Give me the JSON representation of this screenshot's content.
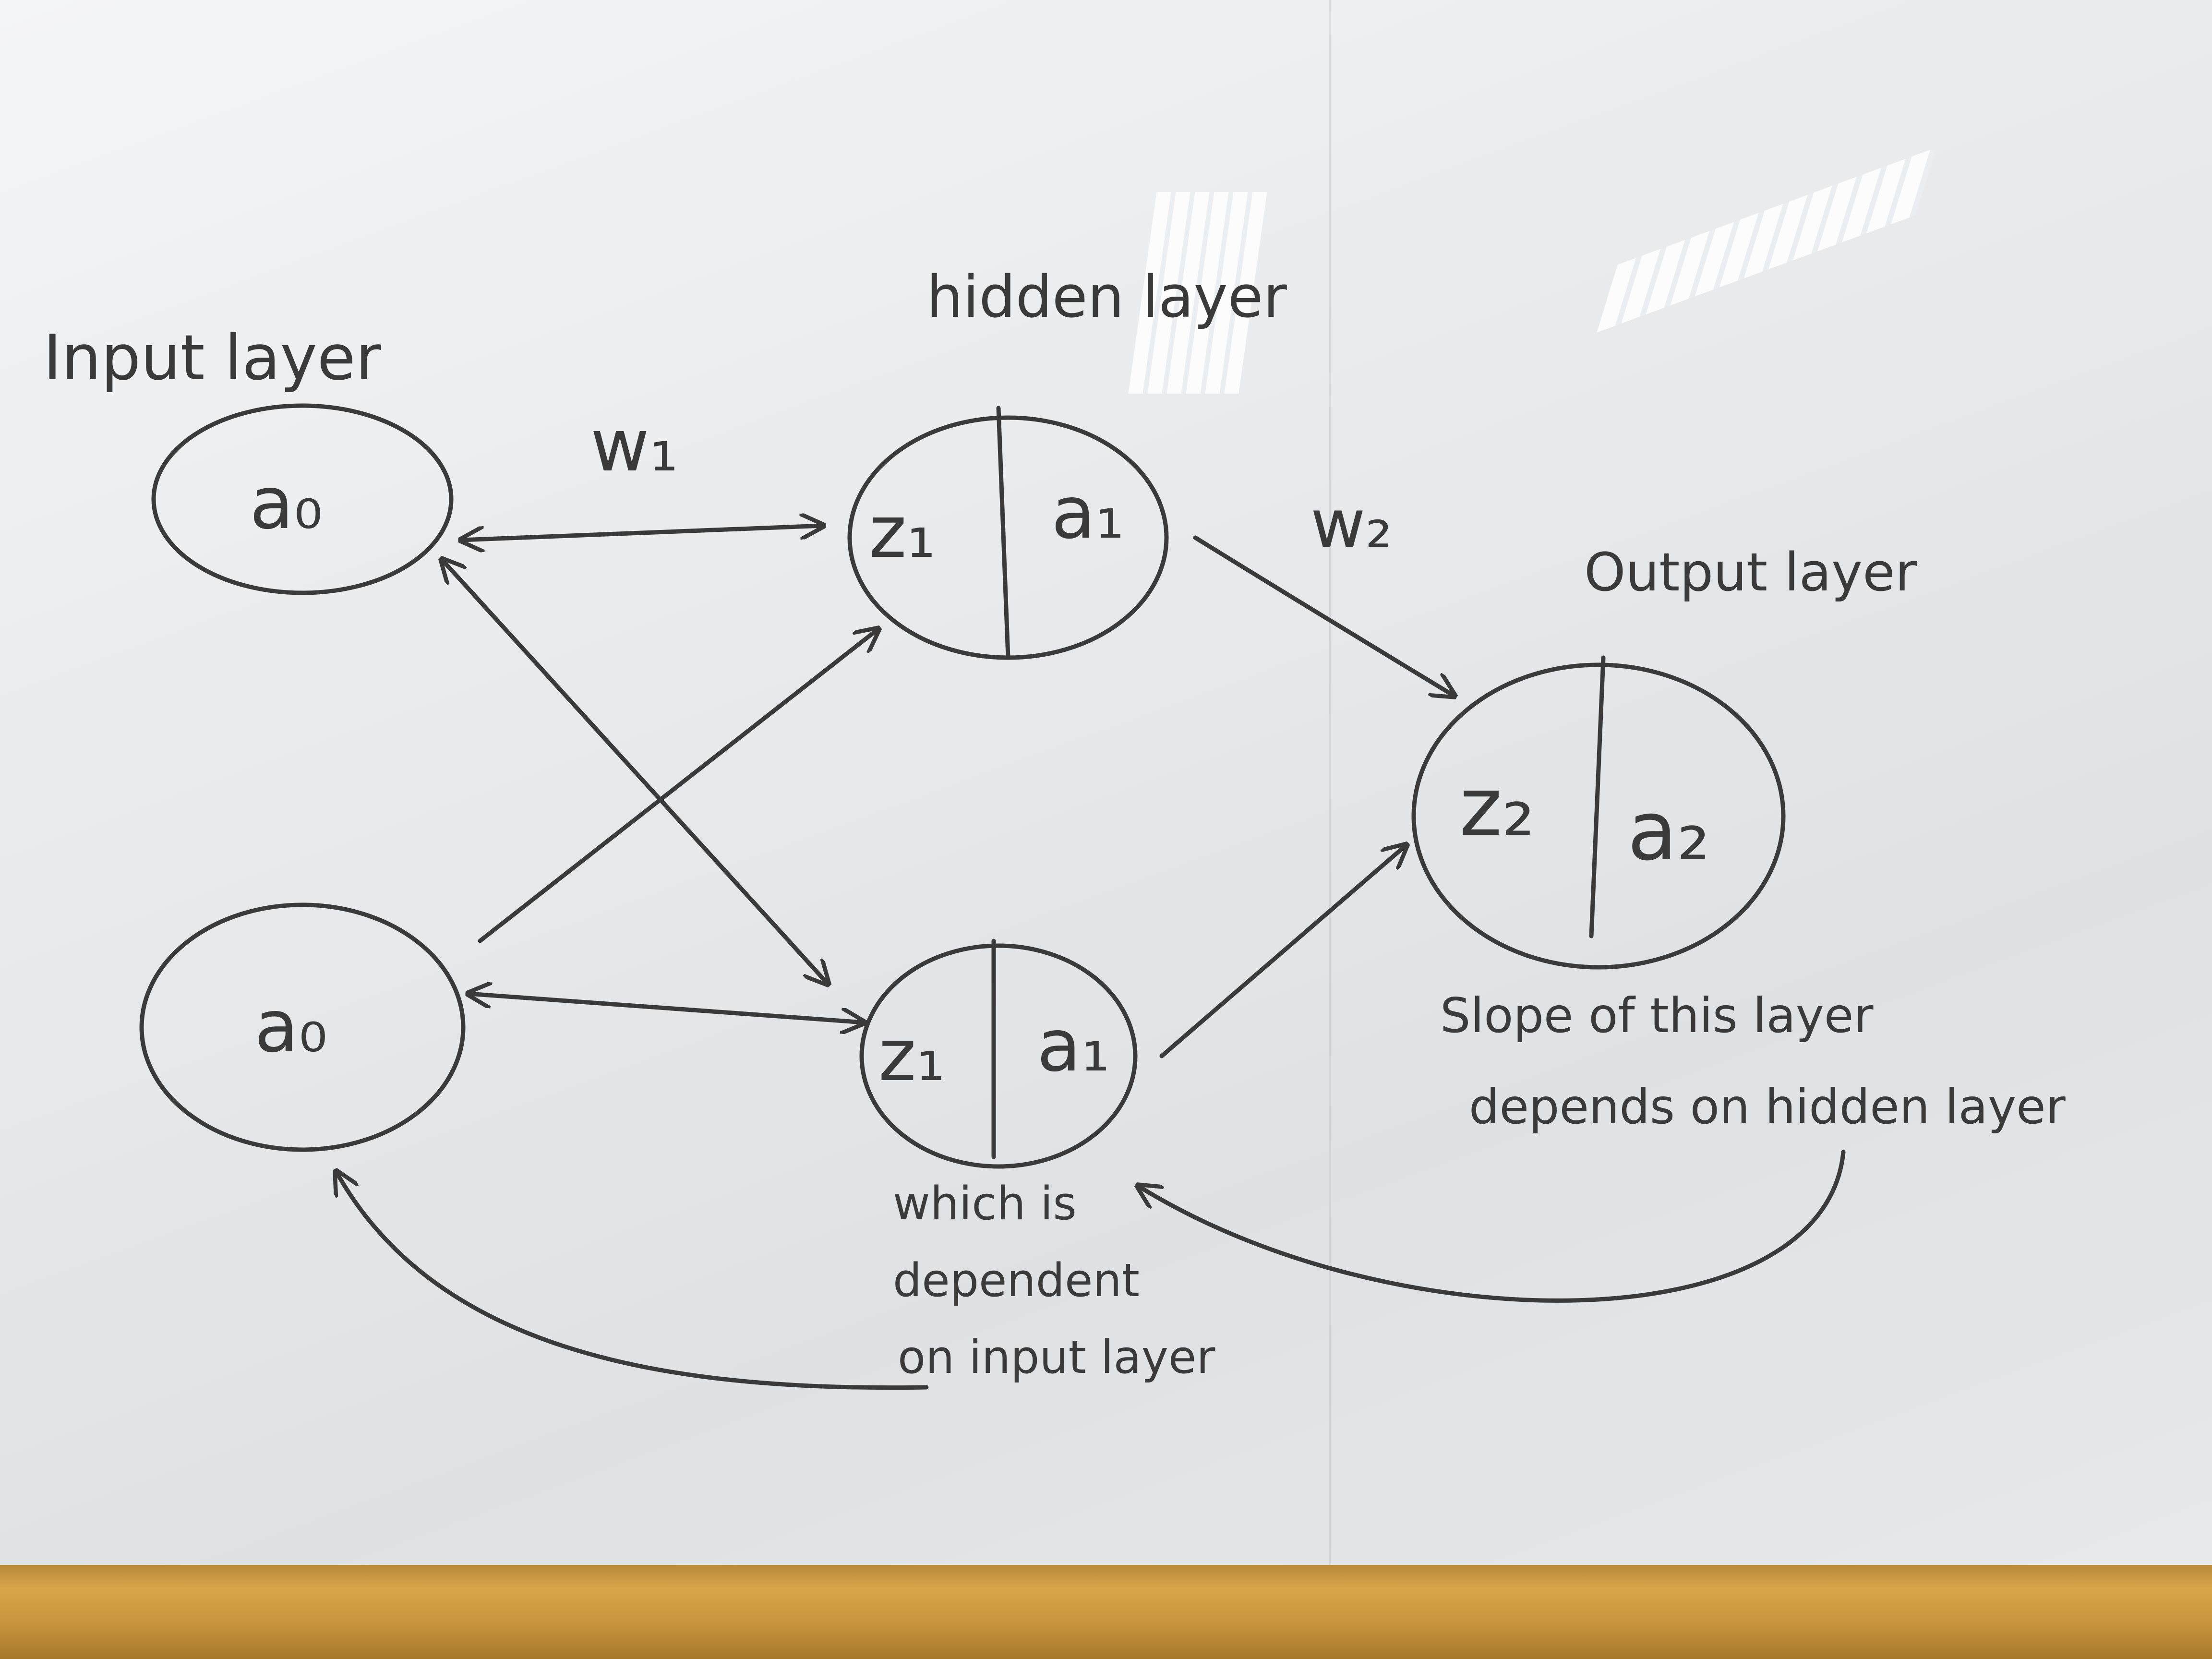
{
  "layers": {
    "input": "Input layer",
    "hidden": "hidden layer",
    "output": "Output layer"
  },
  "nodes": {
    "input_top": "a₀",
    "input_bottom": "a₀",
    "hidden_top": {
      "z": "z₁",
      "a": "a₁"
    },
    "hidden_bottom": {
      "z": "z₁",
      "a": "a₁"
    },
    "output": {
      "z": "z₂",
      "a": "a₂"
    }
  },
  "weights": {
    "w1": "w₁",
    "w2": "w₂"
  },
  "notes": {
    "output_slope": [
      "Slope of this layer",
      "depends on hidden layer"
    ],
    "hidden_dependency": [
      "which is",
      "dependent",
      "on input layer"
    ]
  },
  "colors": {
    "ink": "#3a3a3a",
    "board": "#eceef0",
    "tray": "#c9953e"
  }
}
